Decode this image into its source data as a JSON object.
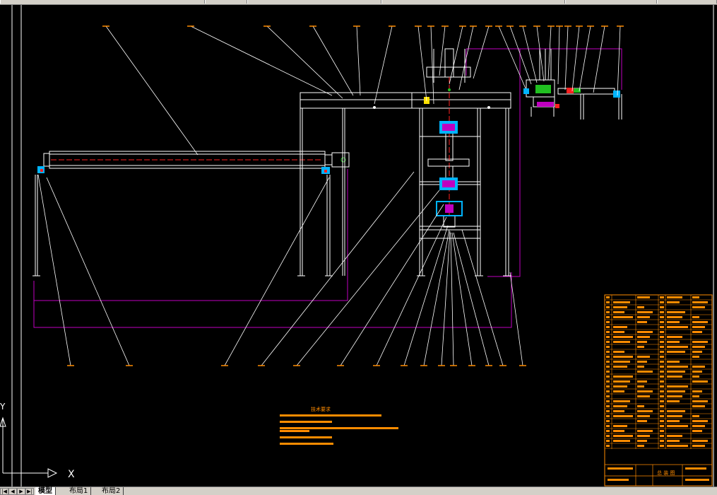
{
  "tabs": [
    {
      "label": "模型",
      "active": true
    },
    {
      "label": "布局1",
      "active": false
    },
    {
      "label": "布局2",
      "active": false
    }
  ],
  "ucs": {
    "x_label": "X",
    "y_label": "Y"
  },
  "notes": {
    "title": "技术要求"
  },
  "title_block": {
    "drawing_name": "总 装 图"
  },
  "colors": {
    "background": "#000000",
    "linework": "#ffffff",
    "annotation": "#ff8c00",
    "boundary": "#c000c0",
    "component": "#00b4ff",
    "marker": "#ff2020",
    "accent": "#20c020"
  }
}
